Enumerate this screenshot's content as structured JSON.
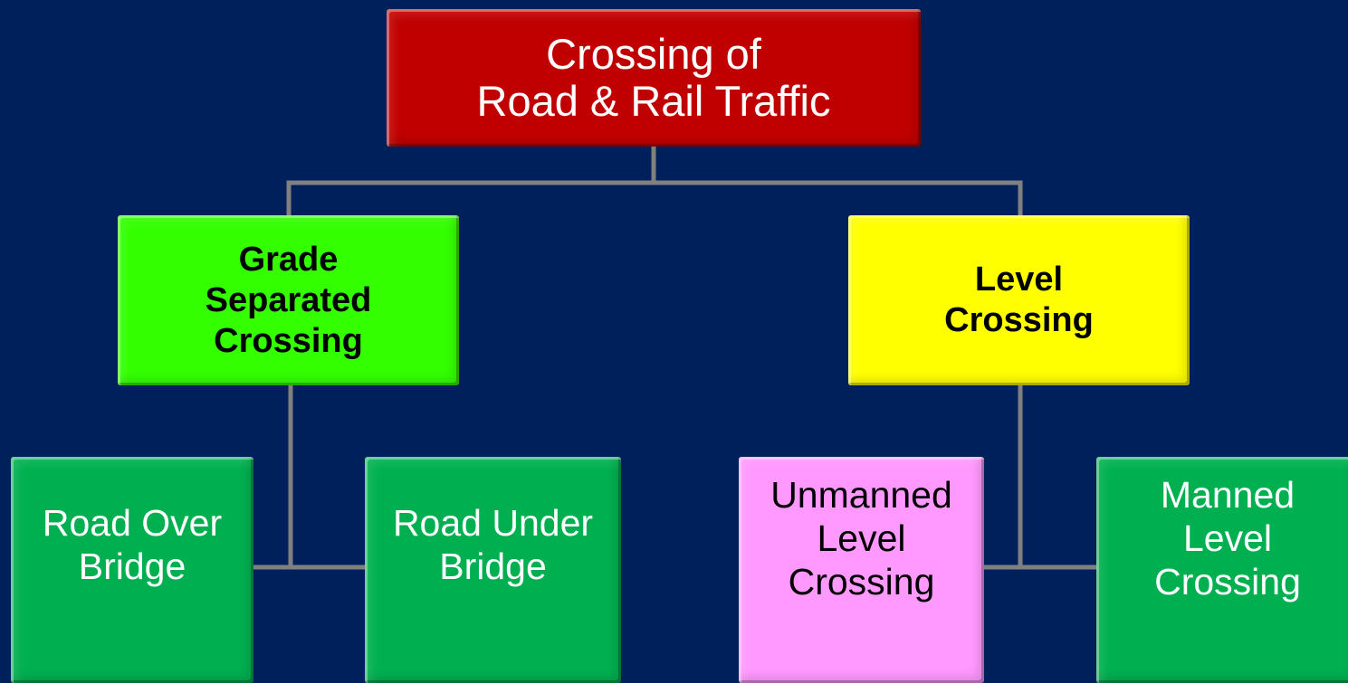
{
  "root": {
    "lines": [
      "Crossing of",
      "Road & Rail Traffic"
    ],
    "color": "#c00000"
  },
  "branches": {
    "grade_separated": {
      "lines": [
        "Grade",
        "Separated",
        "Crossing"
      ],
      "color": "#33ff00"
    },
    "level": {
      "lines": [
        "Level",
        "Crossing"
      ],
      "color": "#ffff00"
    }
  },
  "leaves": {
    "road_over_bridge": {
      "lines": [
        "Road Over",
        "Bridge"
      ],
      "color": "#00b050"
    },
    "road_under_bridge": {
      "lines": [
        "Road Under",
        "Bridge"
      ],
      "color": "#00b050"
    },
    "unmanned_level_crossing": {
      "lines": [
        "Unmanned",
        "Level",
        "Crossing"
      ],
      "color": "#ff99ff"
    },
    "manned_level_crossing": {
      "lines": [
        "Manned",
        "Level",
        "Crossing"
      ],
      "color": "#00b050"
    }
  },
  "colors": {
    "background": "#00205b",
    "connector": "#808080"
  }
}
